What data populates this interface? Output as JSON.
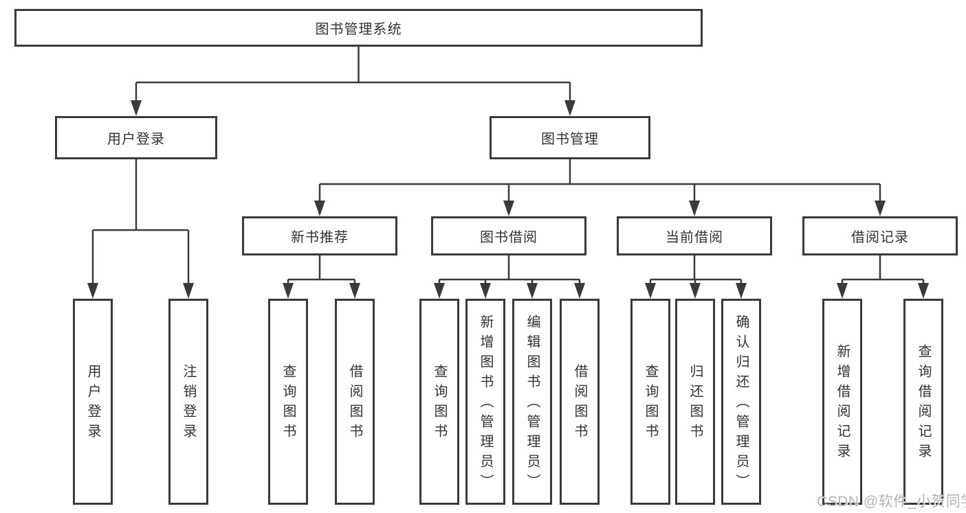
{
  "diagram": {
    "title": "图书管理系统",
    "nodes": {
      "root": "图书管理系统",
      "user_login": "用户登录",
      "book_mgmt": "图书管理",
      "new_rec": "新书推荐",
      "book_borrow": "图书借阅",
      "current_borrow": "当前借阅",
      "borrow_records": "借阅记录",
      "leaves": {
        "user_login": "用户登录",
        "logout": "注销登录",
        "rec_query": "查询图书",
        "rec_borrow": "借阅图书",
        "bb_query": "查询图书",
        "bb_add": "新增图书（管理员）",
        "bb_edit": "编辑图书（管理员）",
        "bb_borrow": "借阅图书",
        "cb_query": "查询图书",
        "cb_return": "归还图书",
        "cb_confirm": "确认归还（管理员）",
        "br_add": "新增借阅记录",
        "br_query": "查询借阅记录"
      }
    },
    "colors": {
      "line": "#3a3a3a",
      "text": "#333333",
      "watermark": "#b3b3b3",
      "background": "#ffffff"
    }
  },
  "watermark": "CSDN @软件_小贺同学"
}
